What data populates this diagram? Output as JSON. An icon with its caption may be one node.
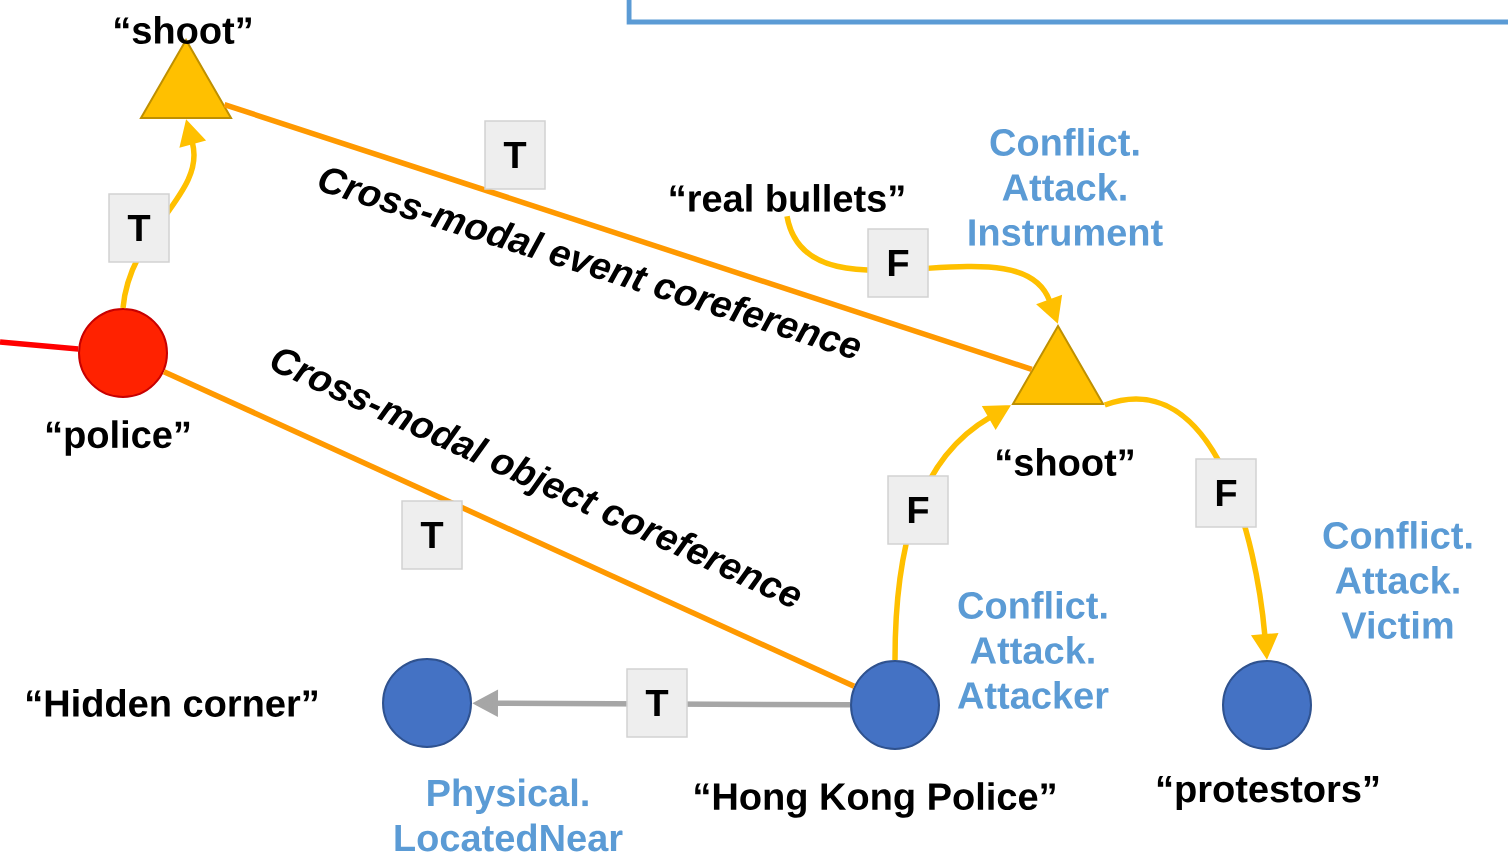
{
  "diagram": {
    "nodes": [
      {
        "text": [
          "“shoot”"
        ]
      },
      {
        "text": [
          "“police”"
        ]
      },
      {
        "text": [
          "“real bullets”"
        ]
      },
      {
        "text": [
          "“shoot”"
        ]
      },
      {
        "text": [
          "“Hidden corner”"
        ]
      },
      {
        "text": [
          "“Hong Kong Police”"
        ]
      },
      {
        "text": [
          "“protestors”"
        ]
      }
    ],
    "edges": [
      {
        "from": 1,
        "to": 0,
        "arrow": "to",
        "label": "T"
      },
      {
        "from": 0,
        "to": 3,
        "arrow": "none",
        "label": "Cross-modal event coreference",
        "color": "#ff9900"
      },
      {
        "from": 1,
        "to": 5,
        "arrow": "none",
        "label": "Cross-modal object coreference",
        "color": "#ff9900"
      },
      {
        "from": 2,
        "to": 3,
        "arrow": "to",
        "label": "F"
      },
      {
        "from": 5,
        "to": 3,
        "arrow": "to",
        "label": "F"
      },
      {
        "from": 3,
        "to": 6,
        "arrow": "to",
        "label": "F"
      },
      {
        "from": 5,
        "to": 4,
        "arrow": "to",
        "label": "T",
        "color": "#a6a6a6"
      },
      {
        "from": null,
        "to": 1,
        "arrow": "none",
        "color": "#ff0000"
      }
    ],
    "labels": [
      "Conflict. Attack. Instrument",
      "T",
      "Conflict. Attack. Victim",
      "T",
      "Conflict. Attack. Attacker",
      "Physical. LocatedNear"
    ]
  }
}
